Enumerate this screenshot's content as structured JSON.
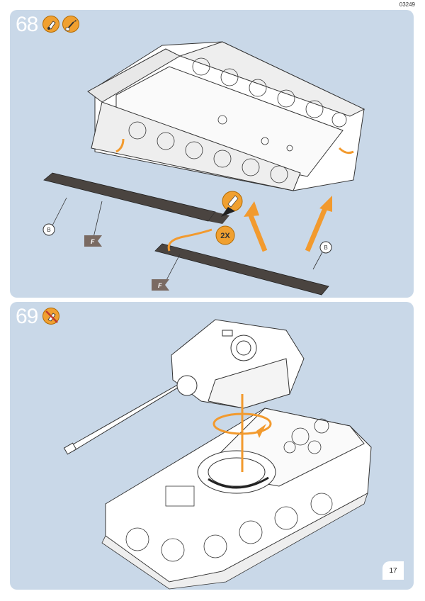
{
  "header": {
    "code": "03249"
  },
  "steps": [
    {
      "number": "68",
      "icons": [
        "glue-tube-icon",
        "paint-brush-icon"
      ],
      "part_labels": [
        "B",
        "B"
      ],
      "flag_labels": [
        "F",
        "F"
      ],
      "multiplier": "2X"
    },
    {
      "number": "69",
      "icons": [
        "no-glue-icon"
      ]
    }
  ],
  "footer": {
    "page_number": "17"
  },
  "colors": {
    "panel": "#c9d8e8",
    "arrow": "#f29a2e",
    "accent": "#f0a030",
    "track": "#4a4440"
  }
}
